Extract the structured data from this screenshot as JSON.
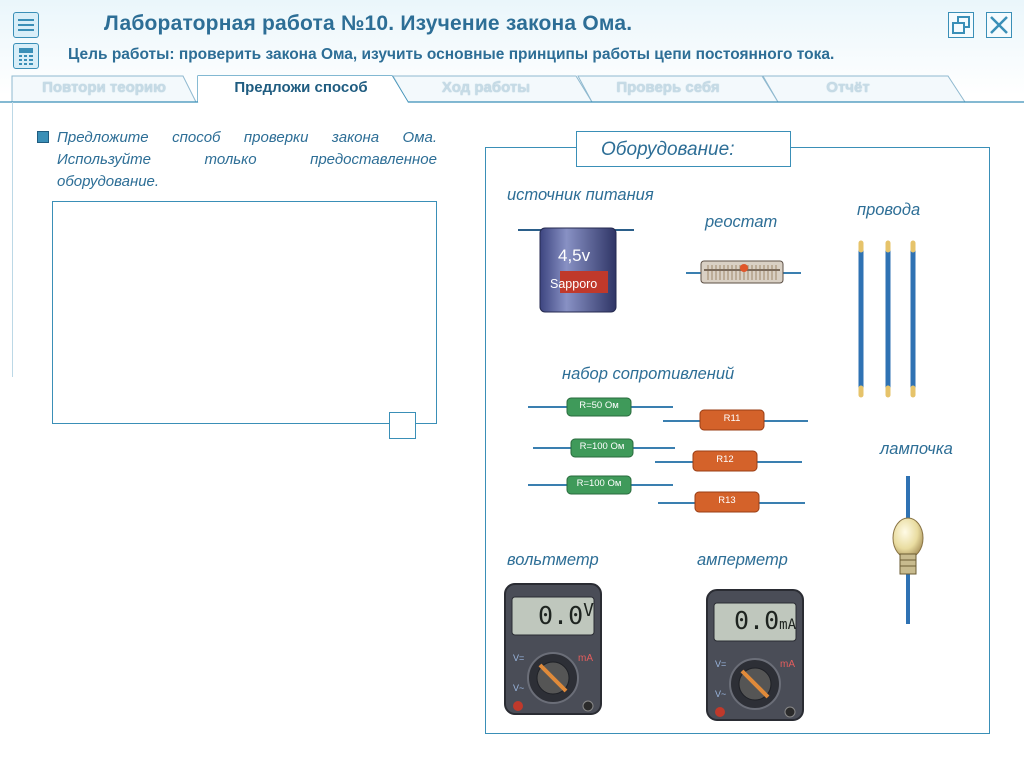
{
  "header": {
    "title": "Лабораторная работа №10.  Изучение закона Ома.",
    "goal": "Цель работы: проверить закона Ома, изучить основные принципы работы цепи постоянного тока."
  },
  "sidebar_icons": [
    "menu-icon",
    "calculator-icon"
  ],
  "window_buttons": [
    "restore-icon",
    "close-icon"
  ],
  "tabs": [
    {
      "label": "Повтори теорию",
      "active": false
    },
    {
      "label": "Предложи способ",
      "active": true
    },
    {
      "label": "Ход работы",
      "active": false
    },
    {
      "label": "Проверь себя",
      "active": false
    },
    {
      "label": "Отчёт",
      "active": false
    }
  ],
  "task": {
    "text": "Предложите способ проверки закона Ома. Используйте только предоставленное оборудование.",
    "answer_value": ""
  },
  "equipment": {
    "title": "Оборудование:",
    "power_source": {
      "label": "источник питания",
      "voltage": "4,5v",
      "brand": "Sapporo"
    },
    "rheostat": {
      "label": "реостат"
    },
    "wires": {
      "label": "провода"
    },
    "resistors": {
      "label": "набор сопротивлений",
      "green": [
        "R=50 Ом",
        "R=100 Ом",
        "R=100 Ом"
      ],
      "orange": [
        "R11",
        "R12",
        "R13"
      ]
    },
    "lamp": {
      "label": "лампочка"
    },
    "voltmeter": {
      "label": "вольтметр",
      "reading": "0.0",
      "unit": "V",
      "dial_v1": "V=",
      "dial_v2": "V~",
      "dial_a": "mA"
    },
    "ammeter": {
      "label": "амперметр",
      "reading": "0.0",
      "unit": "mA",
      "dial_v1": "V=",
      "dial_v2": "V~",
      "dial_a": "mA"
    }
  },
  "colors": {
    "accent": "#2d6e96",
    "border": "#3a8fb7",
    "resistor_green": "#3f9a5a",
    "resistor_orange": "#d4622a"
  }
}
